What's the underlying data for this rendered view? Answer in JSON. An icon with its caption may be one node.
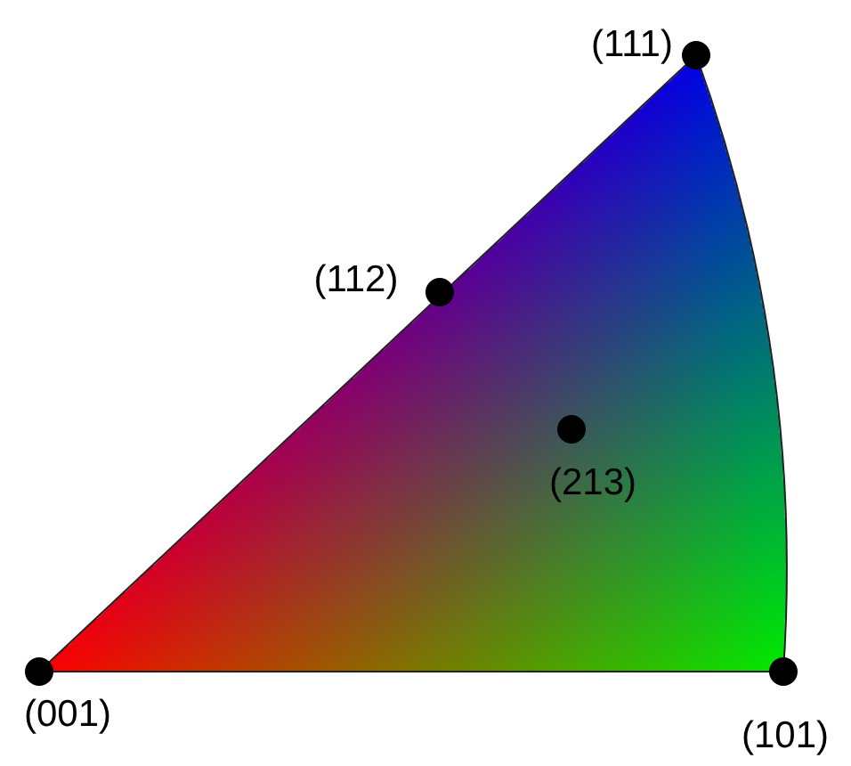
{
  "diagram": {
    "labels": [
      "(111)",
      "(112)",
      "(213)",
      "(001)",
      "(101)"
    ]
  }
}
